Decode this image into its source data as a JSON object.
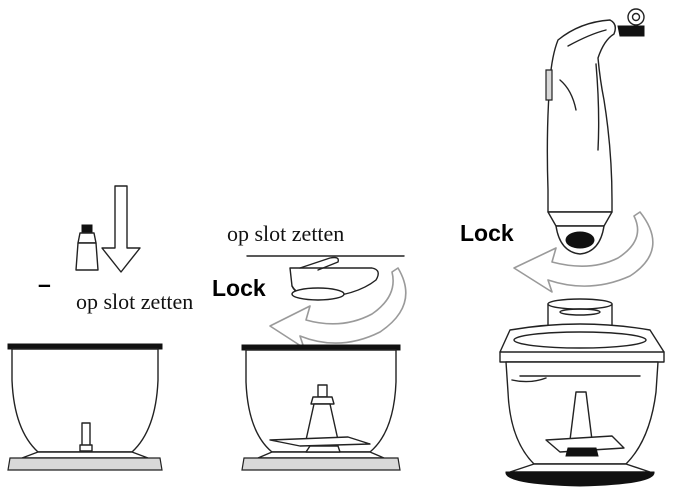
{
  "labels": {
    "lock_left": "Lock",
    "lock_right": "Lock",
    "op_slot_top": "op slot zetten",
    "op_slot_left": "op slot zetten",
    "dash": "–"
  },
  "colors": {
    "line": "#222222",
    "arrow_outline": "#9a9a9a",
    "background": "#ffffff"
  },
  "icons": [
    "down-arrow-icon",
    "rotate-arrow-icon",
    "blade-shaft-icon"
  ]
}
